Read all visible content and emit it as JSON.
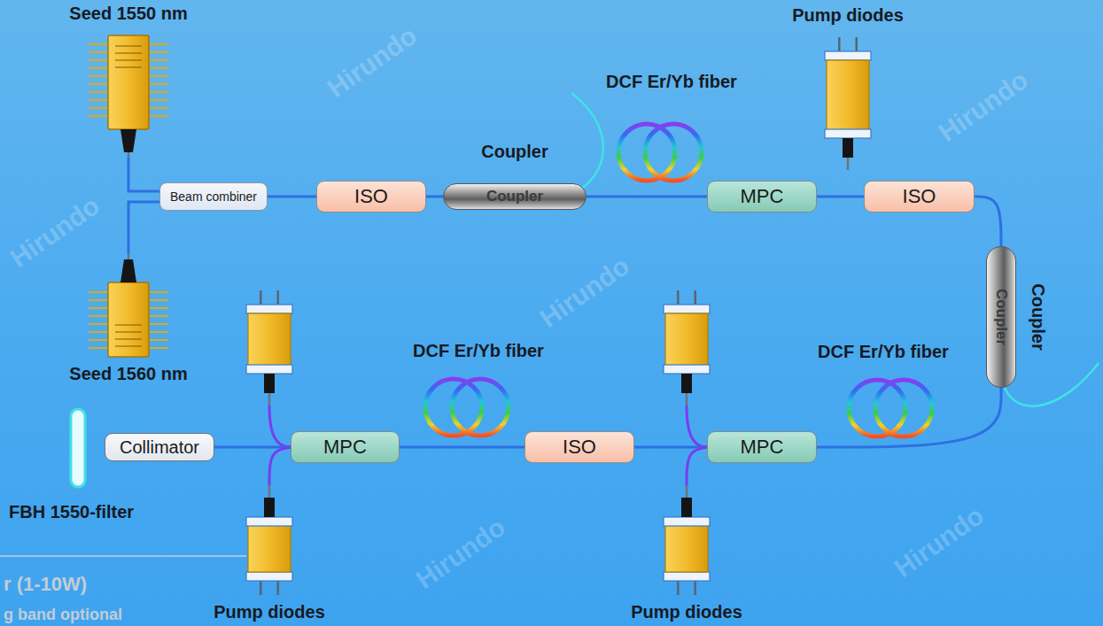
{
  "diagram": {
    "nodes": [
      {
        "text": [
          "Seed 1550 nm"
        ]
      },
      {
        "text": [
          "Pump diodes"
        ]
      },
      {
        "text": [
          "Beam combiner"
        ]
      },
      {
        "text": [
          "ISO"
        ]
      },
      {
        "text": [
          "Coupler",
          "Coupler"
        ]
      },
      {
        "text": [
          "MPC"
        ]
      },
      {
        "text": [
          "ISO"
        ]
      },
      {
        "text": [
          "Coupler",
          "Coupler"
        ]
      },
      {
        "text": [
          "Seed 1560 nm"
        ]
      },
      {
        "text": [
          "Collimator"
        ]
      },
      {
        "text": [
          "MPC"
        ]
      },
      {
        "text": [
          "ISO"
        ]
      },
      {
        "text": [
          "MPC"
        ]
      },
      {
        "text": [
          "Pump diodes"
        ]
      },
      {
        "text": [
          "Pump diodes"
        ]
      }
    ],
    "edges": [
      {
        "from": 0,
        "to": 2,
        "arrow": "none"
      },
      {
        "from": 8,
        "to": 2,
        "arrow": "none"
      },
      {
        "from": 2,
        "to": 3,
        "arrow": "none"
      },
      {
        "from": 3,
        "to": 4,
        "arrow": "none"
      },
      {
        "from": 4,
        "to": 5,
        "arrow": "none"
      },
      {
        "from": 5,
        "to": 6,
        "arrow": "none"
      },
      {
        "from": 6,
        "to": 7,
        "arrow": "none"
      },
      {
        "from": 7,
        "to": 12,
        "arrow": "none"
      },
      {
        "from": 12,
        "to": 11,
        "arrow": "none"
      },
      {
        "from": 11,
        "to": 10,
        "arrow": "none"
      },
      {
        "from": 10,
        "to": 9,
        "arrow": "none"
      },
      {
        "from": 13,
        "to": 10,
        "arrow": "none"
      },
      {
        "from": 14,
        "to": 12,
        "arrow": "none"
      }
    ],
    "labels": [
      "DCF Er/Yb fiber",
      "DCF Er/Yb fiber",
      "DCF Er/Yb fiber",
      "FBH 1550-filter",
      "r (1-10W)",
      "g band optional",
      "Hirundo",
      "Hirundo",
      "Hirundo",
      "Hirundo",
      "Hirundo",
      "Hirundo"
    ]
  }
}
